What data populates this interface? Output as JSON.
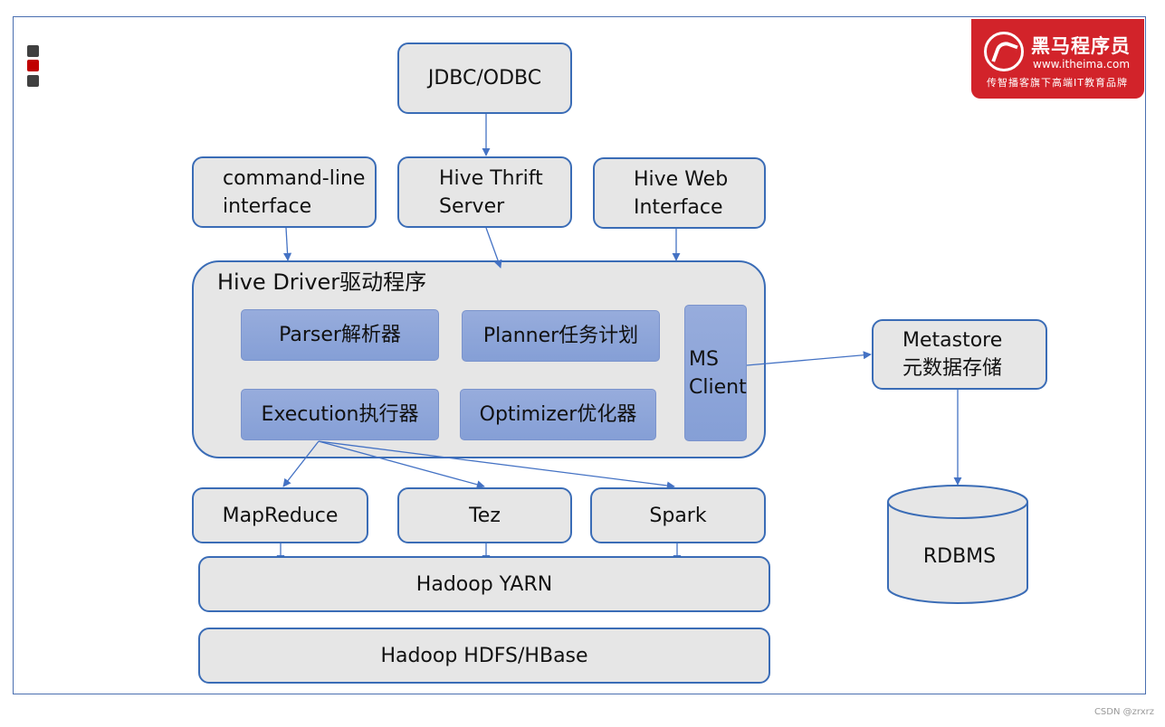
{
  "logo": {
    "name": "黑马程序员",
    "url": "www.itheima.com",
    "slogan": "传智播客旗下高端IT教育品牌"
  },
  "nodes": {
    "jdbc": {
      "line1": "JDBC/ODBC"
    },
    "cli": {
      "line1": "command-line",
      "line2": "interface"
    },
    "thrift": {
      "line1": "Hive Thrift",
      "line2": "Server"
    },
    "web": {
      "line1": "Hive Web",
      "line2": "Interface"
    },
    "driver": {
      "title": "Hive Driver驱动程序"
    },
    "parser": {
      "label": "Parser解析器"
    },
    "planner": {
      "label": "Planner任务计划"
    },
    "execution": {
      "label": "Execution执行器"
    },
    "optimizer": {
      "label": "Optimizer优化器"
    },
    "msclient": {
      "line1": "MS",
      "line2": "Client"
    },
    "metastore": {
      "line1": "Metastore",
      "line2": "元数据存储"
    },
    "rdbms": {
      "label": "RDBMS"
    },
    "mapreduce": {
      "label": "MapReduce"
    },
    "tez": {
      "label": "Tez"
    },
    "spark": {
      "label": "Spark"
    },
    "yarn": {
      "label": "Hadoop YARN"
    },
    "hdfs": {
      "label": "Hadoop HDFS/HBase"
    }
  },
  "credit": "CSDN @zrxrz",
  "colors": {
    "box_border": "#3a6cb6",
    "box_fill": "#e6e6e6",
    "inner_fill": "#8ca4d9",
    "arrow": "#4472c4",
    "logo_red": "#d2232a"
  }
}
